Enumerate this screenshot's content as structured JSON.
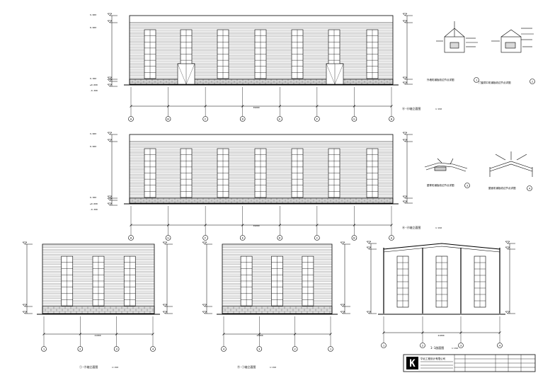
{
  "drawings": [
    {
      "id": "elev-top",
      "level_labels": [
        "9.600",
        "8.600",
        "0.300",
        "±0.000",
        "-0.300"
      ],
      "axis_labels": [
        "A",
        "B",
        "C",
        "D",
        "E",
        "F",
        "G",
        "H"
      ],
      "dimension_total": "39000",
      "title": "Ⓐ-Ⓗ轴立面图",
      "scale": "1:150"
    },
    {
      "id": "elev-mid",
      "level_labels": [
        "9.600",
        "8.600",
        "0.300",
        "±0.000",
        "-0.300"
      ],
      "axis_labels": [
        "H",
        "G",
        "F",
        "E",
        "D",
        "C",
        "B",
        "A"
      ],
      "dimension_total": "39000",
      "title": "Ⓗ-Ⓐ轴立面图",
      "scale": "1:150"
    },
    {
      "id": "elev-left",
      "axis_labels": [
        "1",
        "2",
        "3",
        "4"
      ],
      "dimension_total": "21000",
      "title": "①-④轴立面图",
      "scale": "1:150"
    },
    {
      "id": "elev-center",
      "axis_labels": [
        "4",
        "3",
        "2",
        "1"
      ],
      "dimension_total": "21000",
      "title": "④-①轴立面图",
      "scale": "1:150"
    },
    {
      "id": "section",
      "axis_labels": [
        "1",
        "2",
        "3",
        "4"
      ],
      "dimension_total": "21000",
      "title": "1-1剖面图",
      "scale": "1:150"
    }
  ],
  "details": [
    {
      "id": "detail-1",
      "title": "外墙彩钢板收边节点详图",
      "number": "1"
    },
    {
      "id": "detail-2",
      "title": "门窗洞口彩钢板收边节点详图",
      "number": "2"
    },
    {
      "id": "detail-3",
      "title": "屋脊彩钢板收边节点详图",
      "number": "3"
    },
    {
      "id": "detail-4",
      "title": "屋面彩钢板收边节点详图",
      "number": "4"
    }
  ],
  "title_block": {
    "company": "华北工程设计有限公司",
    "logo": "K"
  }
}
